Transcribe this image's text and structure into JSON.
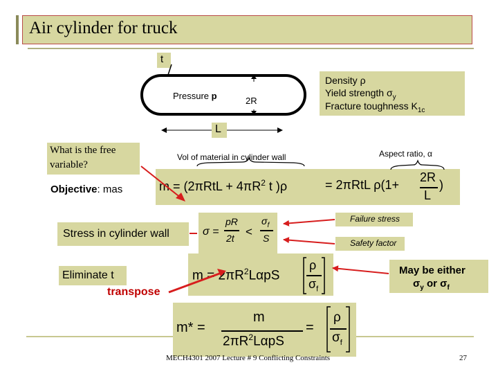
{
  "slide": {
    "title": "Air cylinder for truck",
    "footer": "MECH4301 2007 Lecture # 9 Conflicting Constraints",
    "page_number": "27"
  },
  "cylinder": {
    "t_label": "t",
    "pressure_label": "Pressure ",
    "pressure_symbol": "p",
    "diameter_label": "2R",
    "length_label": "L"
  },
  "properties": {
    "density": "Density ρ",
    "yield_prefix": "Yield strength σ",
    "yield_sub": "y",
    "toughness_prefix": "Fracture toughness  K",
    "toughness_sub": "1c"
  },
  "callouts": {
    "free_variable": "What is the free variable?",
    "vol_material": "Vol of material in cylinder wall",
    "aspect_ratio": "Aspect ratio, α",
    "objective_bold": "Objective",
    "objective_rest": ":  mas",
    "failure_stress": "Failure stress",
    "stress_in_wall": "Stress in cylinder wall",
    "safety_factor": "Safety factor",
    "eliminate_t": "Eliminate t",
    "transpose": "transpose",
    "may_be_either": "May be either",
    "sigma_y_or_f_a": "σ",
    "sigma_y_or_f_sub1": "y",
    "sigma_y_or_f_mid": " or σ",
    "sigma_y_or_f_sub2": "f"
  },
  "equations": {
    "mass": {
      "lhs": "m = (2πRtL + 4πR",
      "sup": "2",
      "mid": " t )ρ",
      "eq2": "= 2πRtL ρ(1+",
      "frac_num": "2R",
      "frac_den": "L",
      "close": ")"
    },
    "stress": {
      "sigma_eq": "σ =",
      "num1": "pR",
      "den1": "2t",
      "lt": "<",
      "num2": "σ",
      "num2_sub": "f",
      "den2": "S"
    },
    "mass_eliminated": {
      "lhs": "m = 2πR",
      "sup": "2",
      "mid": "LαpS",
      "num": "ρ",
      "den": "σ",
      "den_sub": "f"
    },
    "mstar": {
      "lhs": "m* =",
      "num": "m",
      "den_pre": "2πR",
      "den_sup": "2",
      "den_post": "LαpS",
      "eq": "=",
      "rnum": "ρ",
      "rden": "σ",
      "rden_sub": "f"
    }
  },
  "colors": {
    "olive_box": "#d7d7a0",
    "title_border": "#b94a48",
    "arrow_red": "#d71d1d",
    "transpose_red": "#c00000"
  }
}
